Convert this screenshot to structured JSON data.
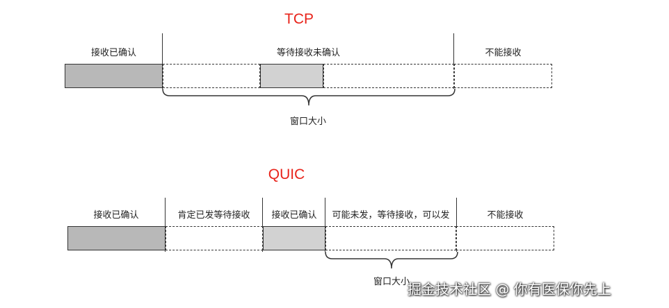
{
  "tcp": {
    "title": "TCP",
    "segments": {
      "acked": "接收已确认",
      "waiting": "等待接收未确认",
      "cannot": "不能接收"
    },
    "window_label": "窗口大小"
  },
  "quic": {
    "title": "QUIC",
    "segments": {
      "acked": "接收已确认",
      "sent_waiting": "肯定已发等待接收",
      "acked2": "接收已确认",
      "maybe": "可能未发，等待接收，可以发",
      "cannot": "不能接收"
    },
    "window_label": "窗口大小"
  },
  "watermark": "掘金技术社区 @ 你有医保你先上",
  "colors": {
    "title": "#e8231a",
    "acked_fill": "#b8b8b8",
    "light_fill": "#d2d2d2",
    "line": "#333333"
  }
}
